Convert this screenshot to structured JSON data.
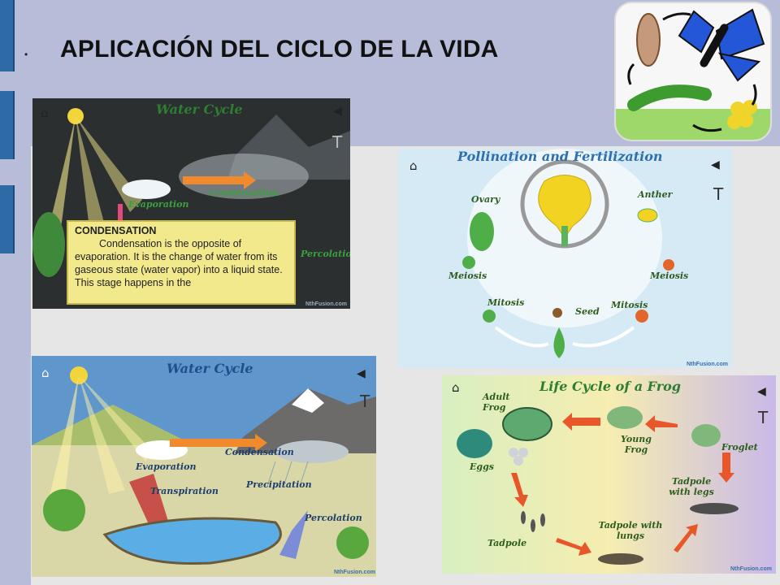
{
  "slide": {
    "bullet": "•",
    "title": "APLICACIÓN DEL CICLO DE LA VIDA"
  },
  "water_cycle_detail": {
    "title": "Water Cycle",
    "labels": {
      "condensation": "Condensation",
      "evaporation": "Evaporation",
      "percolation": "Percolation"
    },
    "info_heading": "CONDENSATION",
    "info_text": "Condensation is the opposite of evaporation. It is the change of water from its gaseous state (water vapor) into a liquid state. This stage happens in the",
    "t_button": "T",
    "credit": "NthFusion.com"
  },
  "pollination": {
    "title": "Pollination and Fertilization",
    "labels": {
      "ovary": "Ovary",
      "anther": "Anther",
      "meiosis_left": "Meiosis",
      "meiosis_right": "Meiosis",
      "mitosis_left": "Mitosis",
      "mitosis_right": "Mitosis",
      "seed": "Seed"
    },
    "t_button": "T",
    "credit": "NthFusion.com"
  },
  "water_cycle": {
    "title": "Water Cycle",
    "labels": {
      "condensation": "Condensation",
      "evaporation": "Evaporation",
      "transpiration": "Transpiration",
      "precipitation": "Precipitation",
      "percolation": "Percolation"
    },
    "t_button": "T",
    "credit": "NthFusion.com"
  },
  "frog_cycle": {
    "title": "Life Cycle of a Frog",
    "labels": {
      "adult_frog": "Adult Frog",
      "young_frog": "Young Frog",
      "froglet": "Froglet",
      "eggs": "Eggs",
      "tadpole_legs": "Tadpole with legs",
      "tadpole_lungs": "Tadpole with lungs",
      "tadpole": "Tadpole"
    },
    "t_button": "T",
    "credit": "NthFusion.com"
  },
  "icons": [
    "home-icon",
    "speaker-icon",
    "butterfly-app-icon"
  ]
}
